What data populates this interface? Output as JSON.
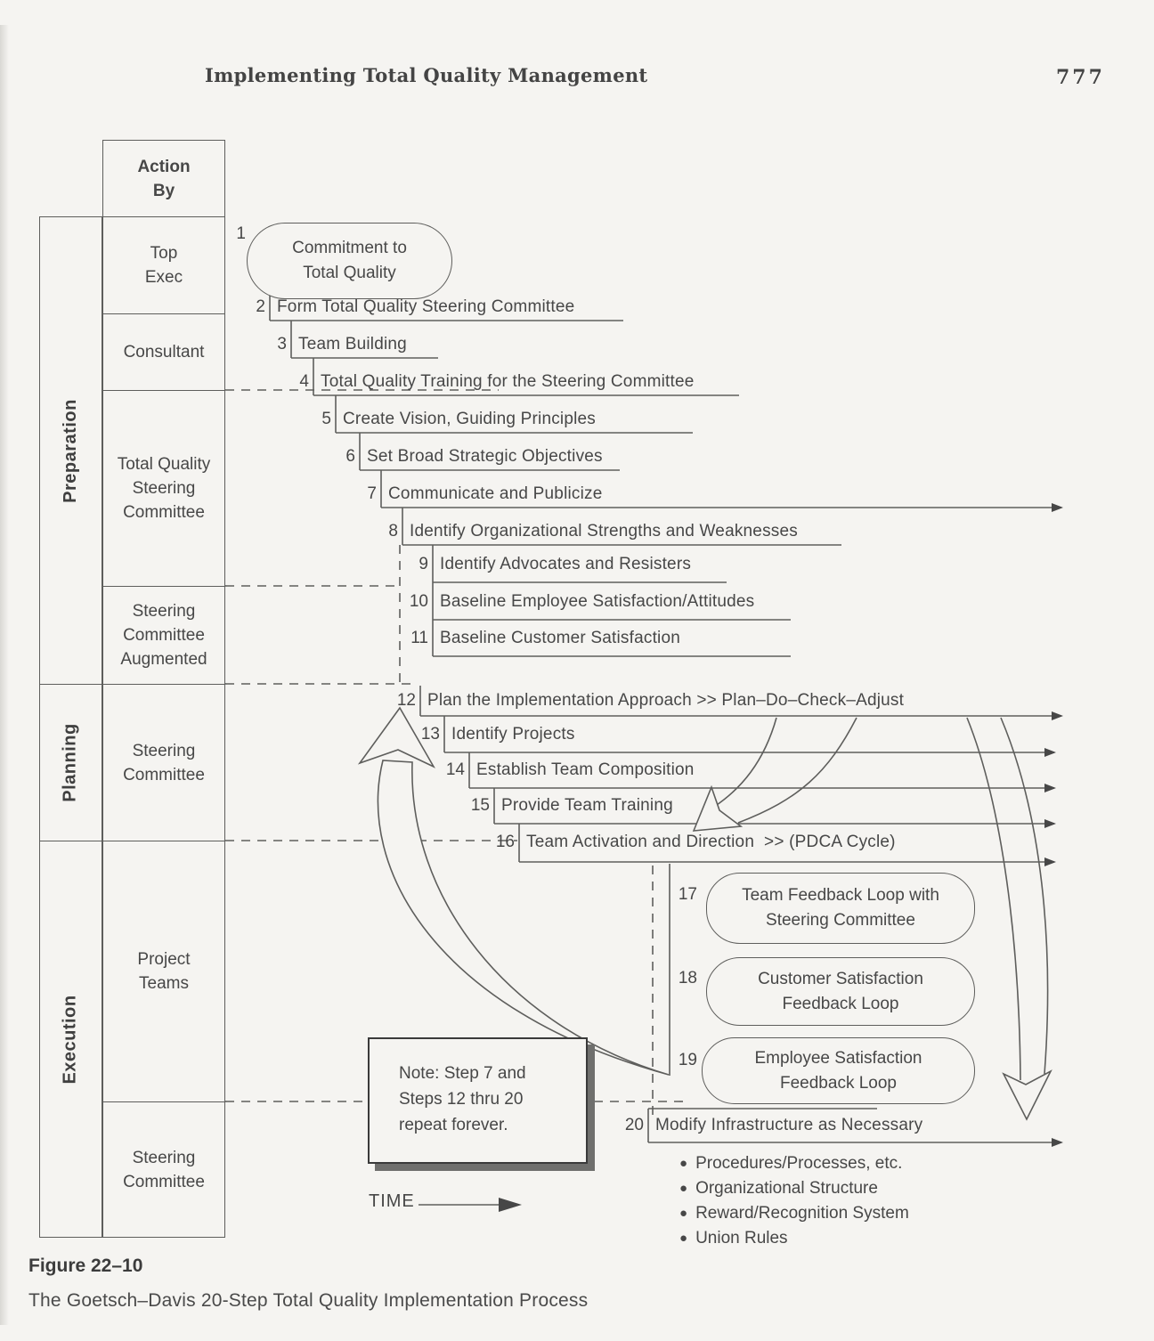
{
  "page": {
    "title": "Implementing Total Quality Management",
    "page_number": "777"
  },
  "figure": {
    "label": "Figure 22–10",
    "caption": "The Goetsch–Davis 20-Step Total Quality Implementation Process"
  },
  "legend": {
    "action_by": "Action\nBy",
    "time": "TIME"
  },
  "phases": [
    {
      "label": "Preparation"
    },
    {
      "label": "Planning"
    },
    {
      "label": "Execution"
    }
  ],
  "actors": [
    {
      "label": "Top\nExec"
    },
    {
      "label": "Consultant"
    },
    {
      "label": "Total Quality\nSteering\nCommittee"
    },
    {
      "label": "Steering\nCommittee\nAugmented"
    },
    {
      "label": "Steering\nCommittee"
    },
    {
      "label": "Project\nTeams"
    },
    {
      "label": "Steering\nCommittee"
    }
  ],
  "steps": {
    "s1": {
      "n": "1",
      "label": "Commitment to\nTotal Quality"
    },
    "s2": {
      "n": "2",
      "label": "Form Total Quality Steering Committee"
    },
    "s3": {
      "n": "3",
      "label": "Team Building"
    },
    "s4": {
      "n": "4",
      "label": "Total Quality Training for the Steering Committee"
    },
    "s5": {
      "n": "5",
      "label": "Create Vision, Guiding Principles"
    },
    "s6": {
      "n": "6",
      "label": "Set Broad Strategic Objectives"
    },
    "s7": {
      "n": "7",
      "label": "Communicate and Publicize"
    },
    "s8": {
      "n": "8",
      "label": "Identify Organizational Strengths and Weaknesses"
    },
    "s9": {
      "n": "9",
      "label": "Identify Advocates and Resisters"
    },
    "s10": {
      "n": "10",
      "label": "Baseline Employee Satisfaction/Attitudes"
    },
    "s11": {
      "n": "11",
      "label": "Baseline Customer Satisfaction"
    },
    "s12": {
      "n": "12",
      "label": "Plan the Implementation Approach >> Plan–Do–Check–Adjust"
    },
    "s13": {
      "n": "13",
      "label": "Identify Projects"
    },
    "s14": {
      "n": "14",
      "label": "Establish Team Composition"
    },
    "s15": {
      "n": "15",
      "label": "Provide Team Training"
    },
    "s16": {
      "n": "16",
      "label": "Team Activation and Direction  >> (PDCA Cycle)"
    },
    "s17": {
      "n": "17",
      "label": "Team Feedback Loop with\nSteering Committee"
    },
    "s18": {
      "n": "18",
      "label": "Customer Satisfaction\nFeedback Loop"
    },
    "s19": {
      "n": "19",
      "label": "Employee Satisfaction\nFeedback Loop"
    },
    "s20": {
      "n": "20",
      "label": "Modify Infrastructure as Necessary"
    }
  },
  "note": {
    "text": "Note: Step 7 and\nSteps 12 thru 20\nrepeat forever."
  },
  "bullets": [
    {
      "text": "Procedures/Processes, etc."
    },
    {
      "text": "Organizational Structure"
    },
    {
      "text": "Reward/Recognition System"
    },
    {
      "text": "Union Rules"
    }
  ]
}
